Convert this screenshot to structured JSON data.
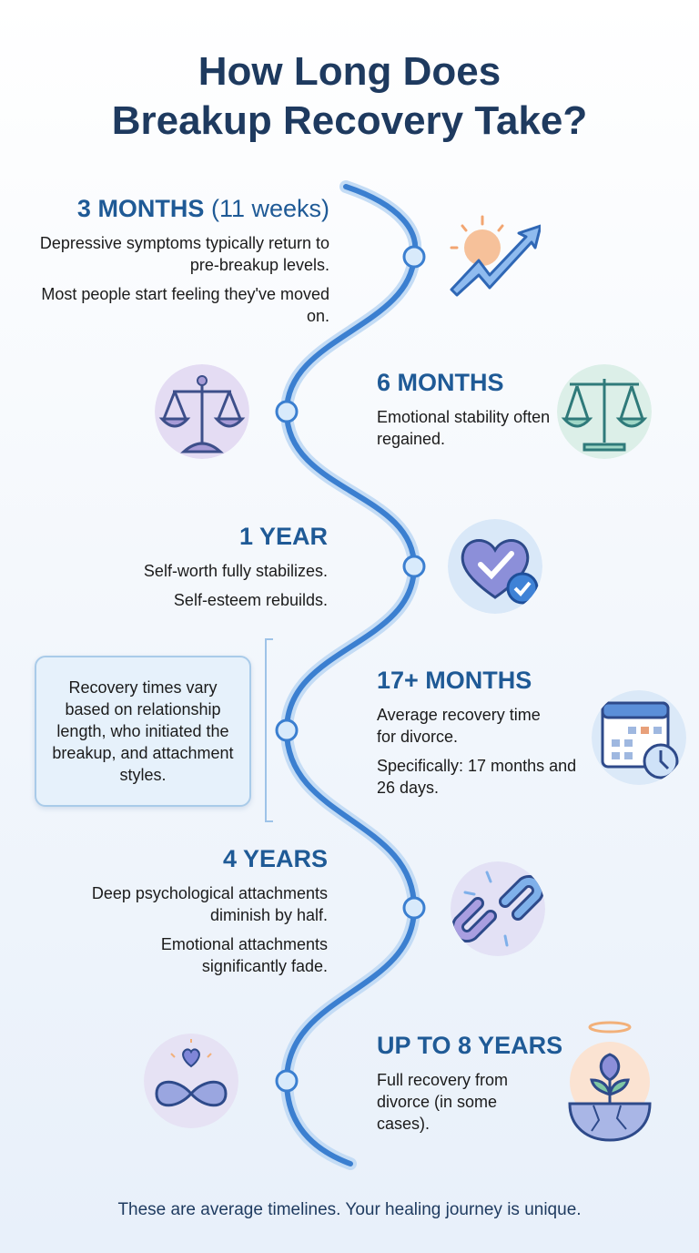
{
  "title": [
    "How Long Does",
    "Breakup Recovery Take?"
  ],
  "milestones": [
    {
      "heading": "3 MONTHS",
      "heading_sub": "(11 weeks)",
      "lines": [
        "Depressive symptoms typically return to pre-breakup levels.",
        "Most people start feeling they've moved on."
      ],
      "icon": "sun-rising-arrow-icon"
    },
    {
      "heading": "6 MONTHS",
      "lines": [
        "Emotional stability often regained."
      ],
      "icon": "balance-scale-icon"
    },
    {
      "heading": "1 YEAR",
      "lines": [
        "Self-worth fully stabilizes.",
        "Self-esteem rebuilds."
      ],
      "icon": "heart-check-icon"
    },
    {
      "heading": "17+ MONTHS",
      "lines": [
        "Average recovery time for divorce.",
        "Specifically: 17 months and 26 days."
      ],
      "icon": "calendar-clock-icon"
    },
    {
      "heading": "4 YEARS",
      "lines": [
        "Deep psychological attachments diminish by half.",
        "Emotional attachments significantly fade."
      ],
      "icon": "broken-chain-icon"
    },
    {
      "heading": "UP TO 8 YEARS",
      "lines": [
        "Full recovery from divorce (in some cases)."
      ],
      "icon": "flower-growing-icon"
    }
  ],
  "note": "Recovery times vary based on relationship length, who initiated the breakup, and attachment styles.",
  "footer": "These are average timelines. Your healing journey is unique.",
  "colors": {
    "title": "#1e3a5f",
    "heading": "#1f5a96",
    "path": "#3b7fd0",
    "path_glow": "#b7d6f5"
  }
}
